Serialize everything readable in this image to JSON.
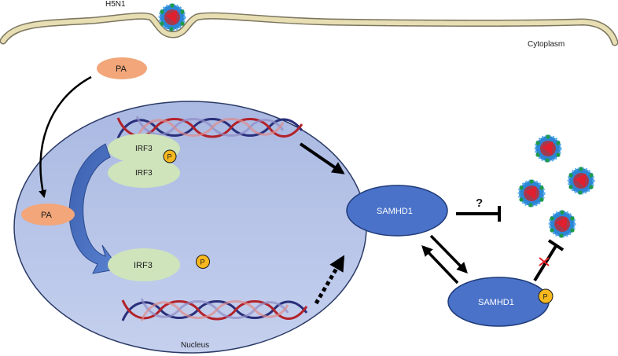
{
  "labels": {
    "virus": "H5N1",
    "cytoplasm": "Cytoplasm",
    "nucleus": "Nucleus",
    "pa_outside": "PA",
    "pa_membrane": "PA",
    "irf3_top": "IRF3",
    "irf3_middle": "IRF3",
    "irf3_lower": "IRF3",
    "samhd1": "SAMHD1",
    "samhd1_phospho": "SAMHD1",
    "phospho_1": "P",
    "phospho_2": "P",
    "phospho_3": "P",
    "unknown_mark": "?"
  },
  "colors": {
    "nucleus_fill": "#b6c4e6",
    "nucleus_stroke": "#2b3a66",
    "pa_fill": "#f2a679",
    "irf3_fill": "#cfe4bb",
    "samhd1_fill": "#4a72c8",
    "samhd1_stroke": "#1f3a78",
    "phospho_fill": "#f6b81e",
    "dna_red": "#b3222a",
    "dna_navy": "#2a2f7a",
    "membrane": "#c9c08e",
    "virus_blue": "#2c86d6",
    "virus_green": "#1e9a4a",
    "virus_red": "#e0202f",
    "inhibit_cross": "#e8202a"
  }
}
